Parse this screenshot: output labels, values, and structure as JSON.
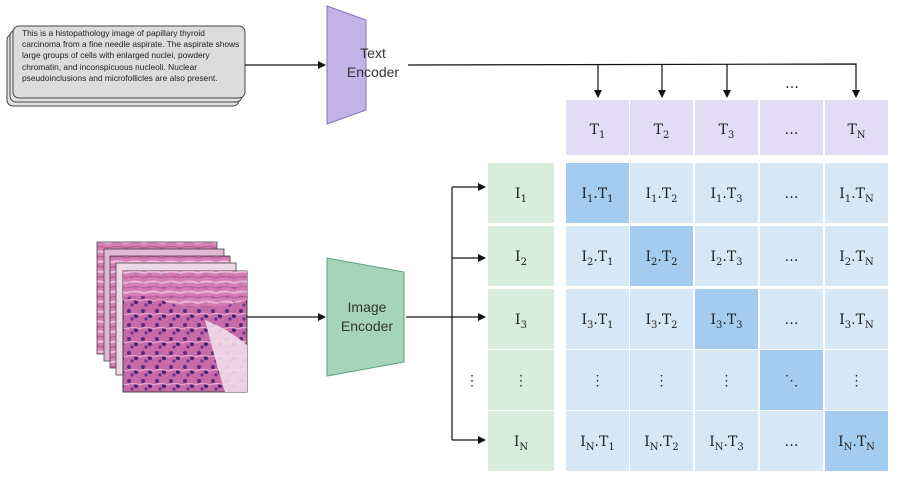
{
  "caption": "This is a histopathology image of papillary thyroid carcinoma from a fine needle aspirate. The aspirate shows large groups of cells with enlarged nuclei, powdery chromatin, and inconspicuous nucleoli. Nuclear pseudoinclusions and microfollicles are also present.",
  "text_encoder": [
    "Text",
    "Encoder"
  ],
  "image_encoder": [
    "Image",
    "Encoder"
  ],
  "ellipsis_h": "…",
  "ellipsis_v": "⋮",
  "ellipsis_d": "⋱",
  "colors": {
    "text_encoder_fill": "#c3b4e8",
    "image_encoder_fill": "#a6d4b8",
    "text_header_fill": "#e3dcf5",
    "image_header_fill": "#d6eedb",
    "cell_fill": "#d6e8f5",
    "diag_fill": "#a4cbf0"
  },
  "text_tokens": [
    {
      "base": "T",
      "sub": "1"
    },
    {
      "base": "T",
      "sub": "2"
    },
    {
      "base": "T",
      "sub": "3"
    },
    {
      "base": "…",
      "sub": ""
    },
    {
      "base": "T",
      "sub": "N"
    }
  ],
  "image_tokens": [
    {
      "base": "I",
      "sub": "1"
    },
    {
      "base": "I",
      "sub": "2"
    },
    {
      "base": "I",
      "sub": "3"
    },
    {
      "base": "⋮",
      "sub": ""
    },
    {
      "base": "I",
      "sub": "N"
    }
  ],
  "matrix": [
    [
      [
        "I",
        "1",
        "T",
        "1"
      ],
      [
        "I",
        "1",
        "T",
        "2"
      ],
      [
        "I",
        "1",
        "T",
        "3"
      ],
      [
        "…"
      ],
      [
        "I",
        "1",
        "T",
        "N"
      ]
    ],
    [
      [
        "I",
        "2",
        "T",
        "1"
      ],
      [
        "I",
        "2",
        "T",
        "2"
      ],
      [
        "I",
        "2",
        "T",
        "3"
      ],
      [
        "…"
      ],
      [
        "I",
        "2",
        "T",
        "N"
      ]
    ],
    [
      [
        "I",
        "3",
        "T",
        "1"
      ],
      [
        "I",
        "3",
        "T",
        "2"
      ],
      [
        "I",
        "3",
        "T",
        "3"
      ],
      [
        "…"
      ],
      [
        "I",
        "3",
        "T",
        "N"
      ]
    ],
    [
      [
        "⋮"
      ],
      [
        "⋮"
      ],
      [
        "⋮"
      ],
      [
        "⋱"
      ],
      [
        "⋮"
      ]
    ],
    [
      [
        "I",
        "N",
        "T",
        "1"
      ],
      [
        "I",
        "N",
        "T",
        "2"
      ],
      [
        "I",
        "N",
        "T",
        "3"
      ],
      [
        "…"
      ],
      [
        "I",
        "N",
        "T",
        "N"
      ]
    ]
  ],
  "highlighted": [
    [
      0,
      0
    ],
    [
      1,
      1
    ],
    [
      2,
      2
    ],
    [
      3,
      3
    ],
    [
      4,
      4
    ]
  ]
}
